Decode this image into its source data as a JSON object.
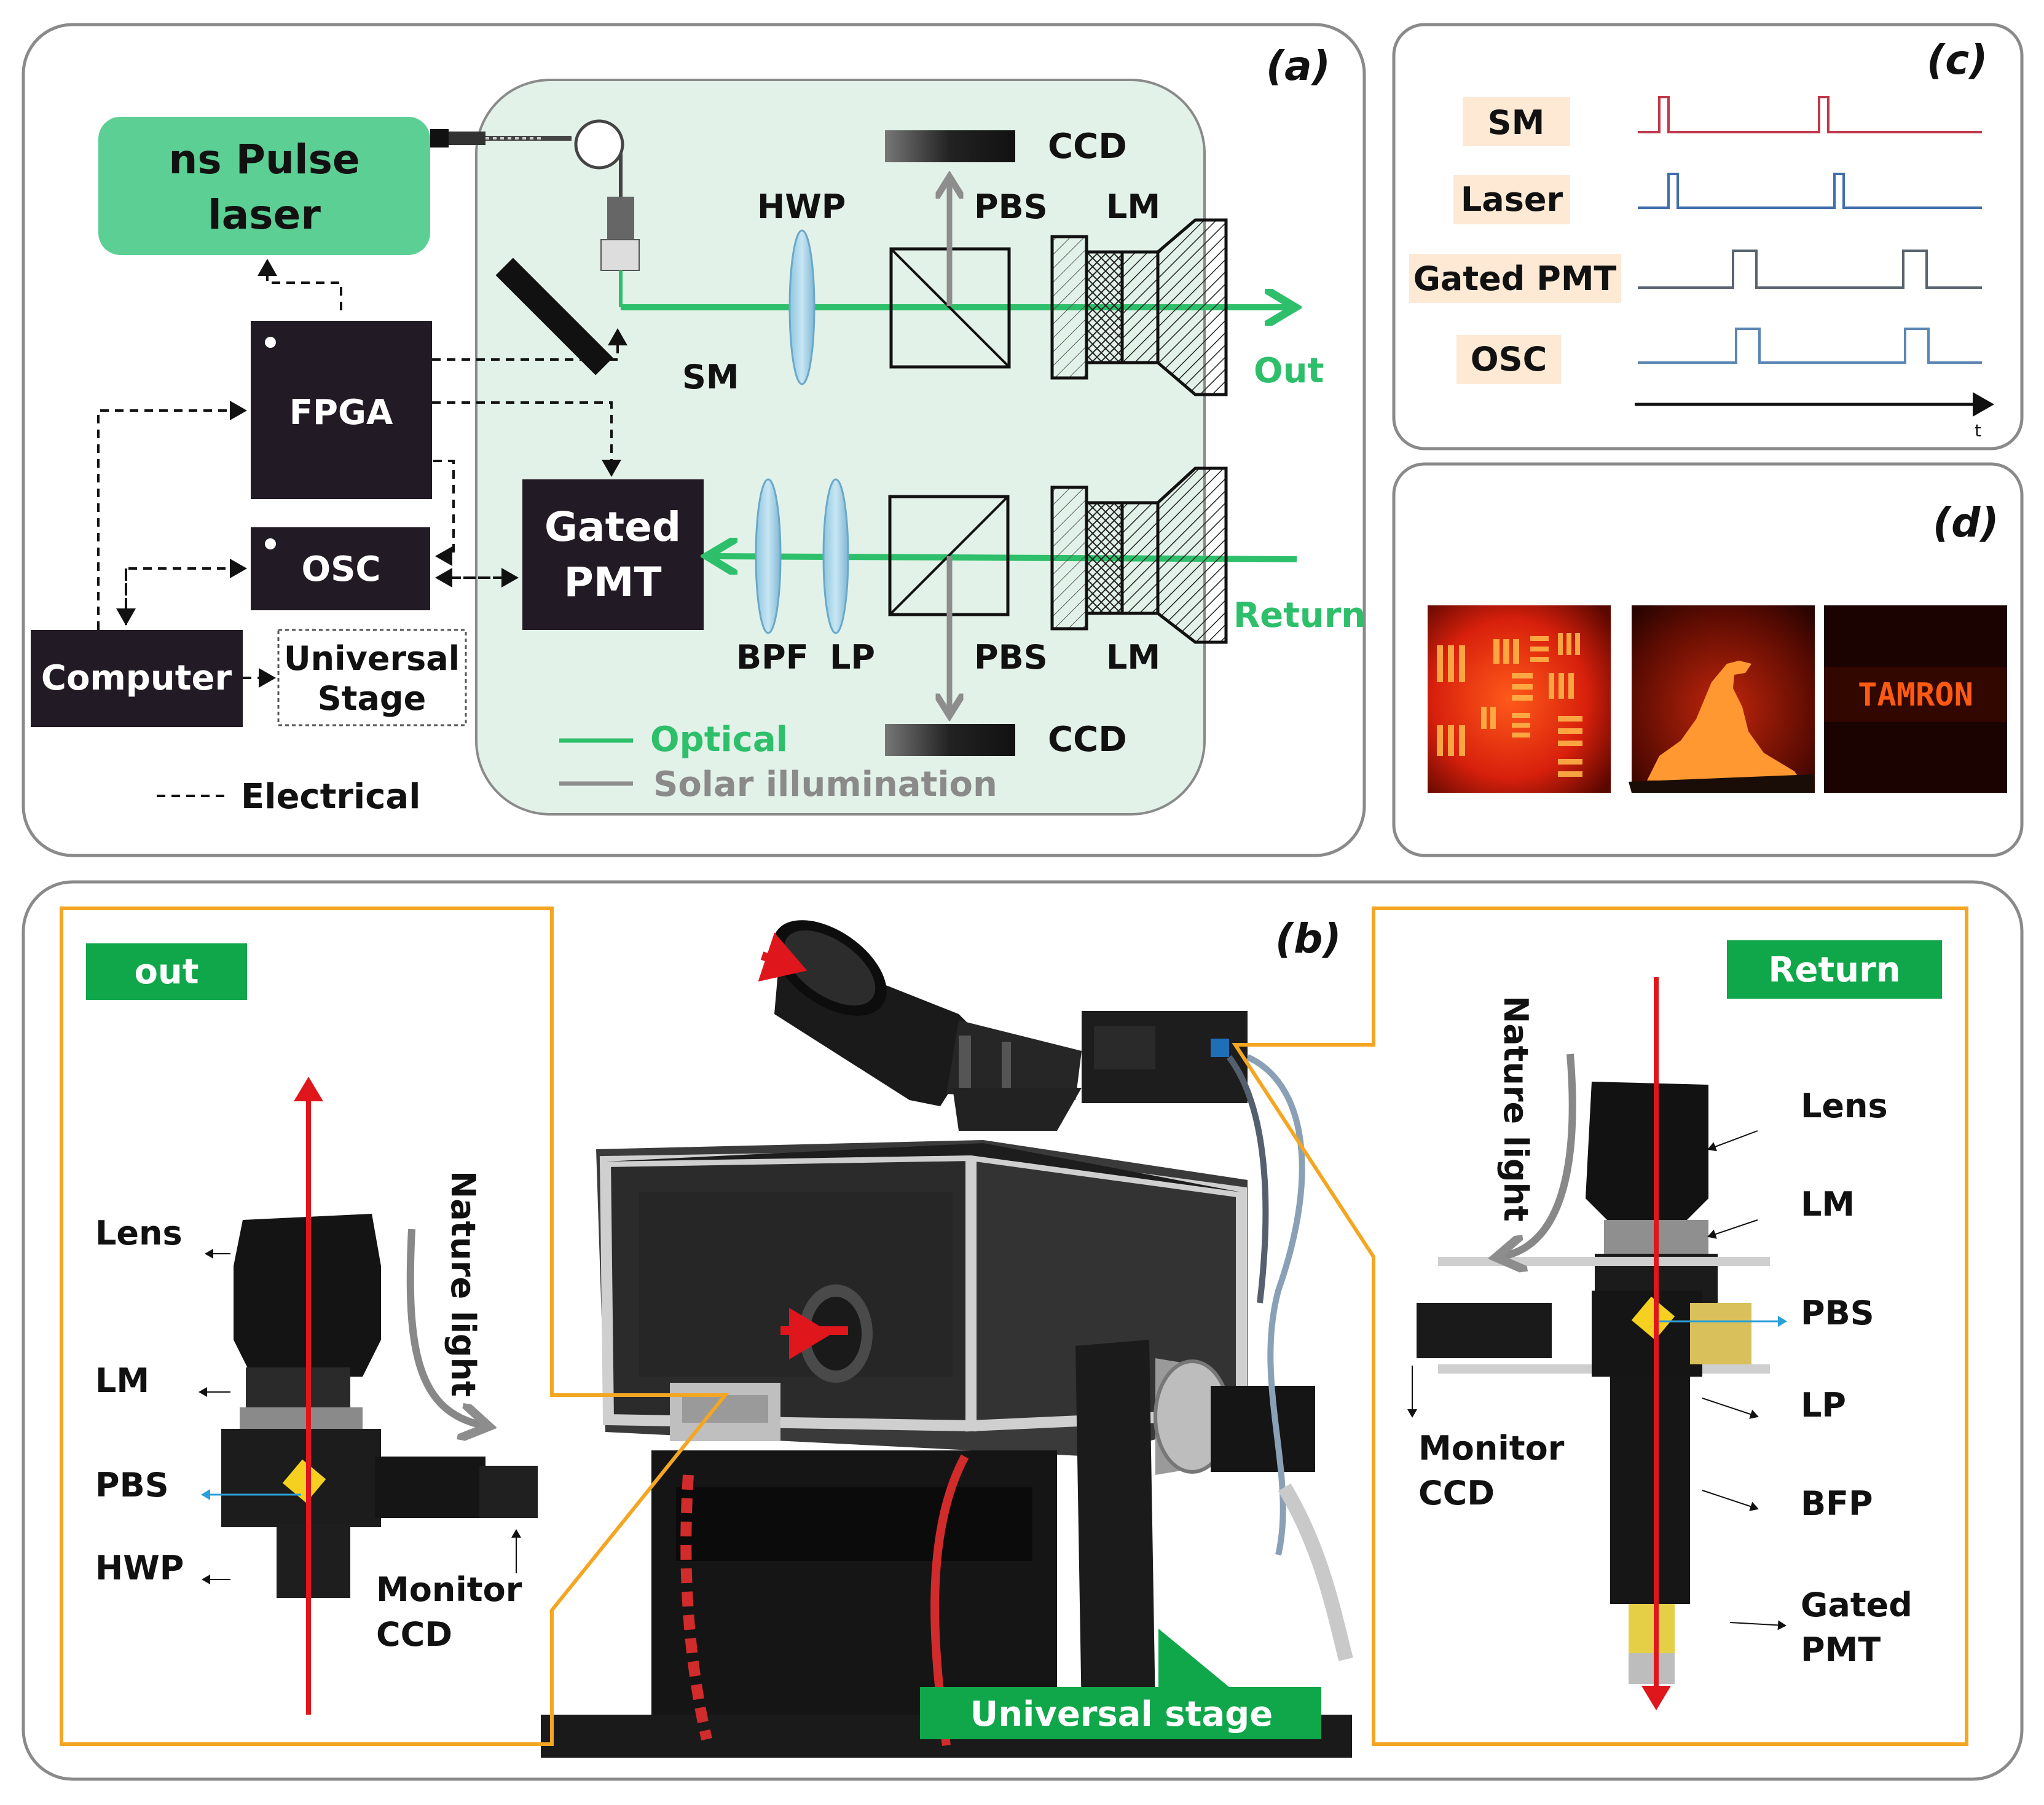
{
  "panel_a": {
    "letter": "(a)",
    "laser": [
      "ns Pulse",
      "laser"
    ],
    "fpga": "FPGA",
    "osc": "OSC",
    "computer": "Computer",
    "stage": [
      "Universal",
      "Stage"
    ],
    "electrical": "Electrical",
    "sm": "SM",
    "hwp": "HWP",
    "pbs_top": "PBS",
    "lm_top": "LM",
    "ccd_top": "CCD",
    "out": "Out",
    "gated_pmt": [
      "Gated",
      "PMT"
    ],
    "bpf": "BPF",
    "lp": "LP",
    "pbs_bottom": "PBS",
    "lm_bottom": "LM",
    "ccd_bottom": "CCD",
    "return": "Return",
    "legend_optical": "Optical",
    "legend_solar": "Solar illumination"
  },
  "panel_c": {
    "letter": "(c)",
    "signals": [
      "SM",
      "Laser",
      "Gated PMT",
      "OSC"
    ],
    "t_label": "t"
  },
  "panel_d": {
    "letter": "(d)",
    "image3_text": "TAMRON"
  },
  "panel_b": {
    "letter": "(b)",
    "out_tag": "out",
    "return_tag": "Return",
    "stage_tag": "Universal stage",
    "left_lens": "Lens",
    "left_lm": "LM",
    "left_pbs": "PBS",
    "left_hwp": "HWP",
    "left_monitor": [
      "Monitor",
      "CCD"
    ],
    "left_nature": "Nature light",
    "right_lens": "Lens",
    "right_lm": "LM",
    "right_pbs": "PBS",
    "right_lp": "LP",
    "right_bfp": "BFP",
    "right_gated": [
      "Gated",
      "PMT"
    ],
    "right_monitor": [
      "Monitor",
      "CCD"
    ],
    "right_nature": "Nature light"
  },
  "colors": {
    "green": "#2dbf6a",
    "laser_box": "#5ccf94",
    "dark_box": "#221a24",
    "optics_bg": "#e2f2e9",
    "orange": "#f4a623",
    "red": "#e0161d",
    "sm_trace": "#c0384a",
    "laser_trace": "#3f6eaa",
    "gated_trace": "#5a6470",
    "osc_trace": "#5b86b4",
    "label_bg": "#fde9d4"
  }
}
